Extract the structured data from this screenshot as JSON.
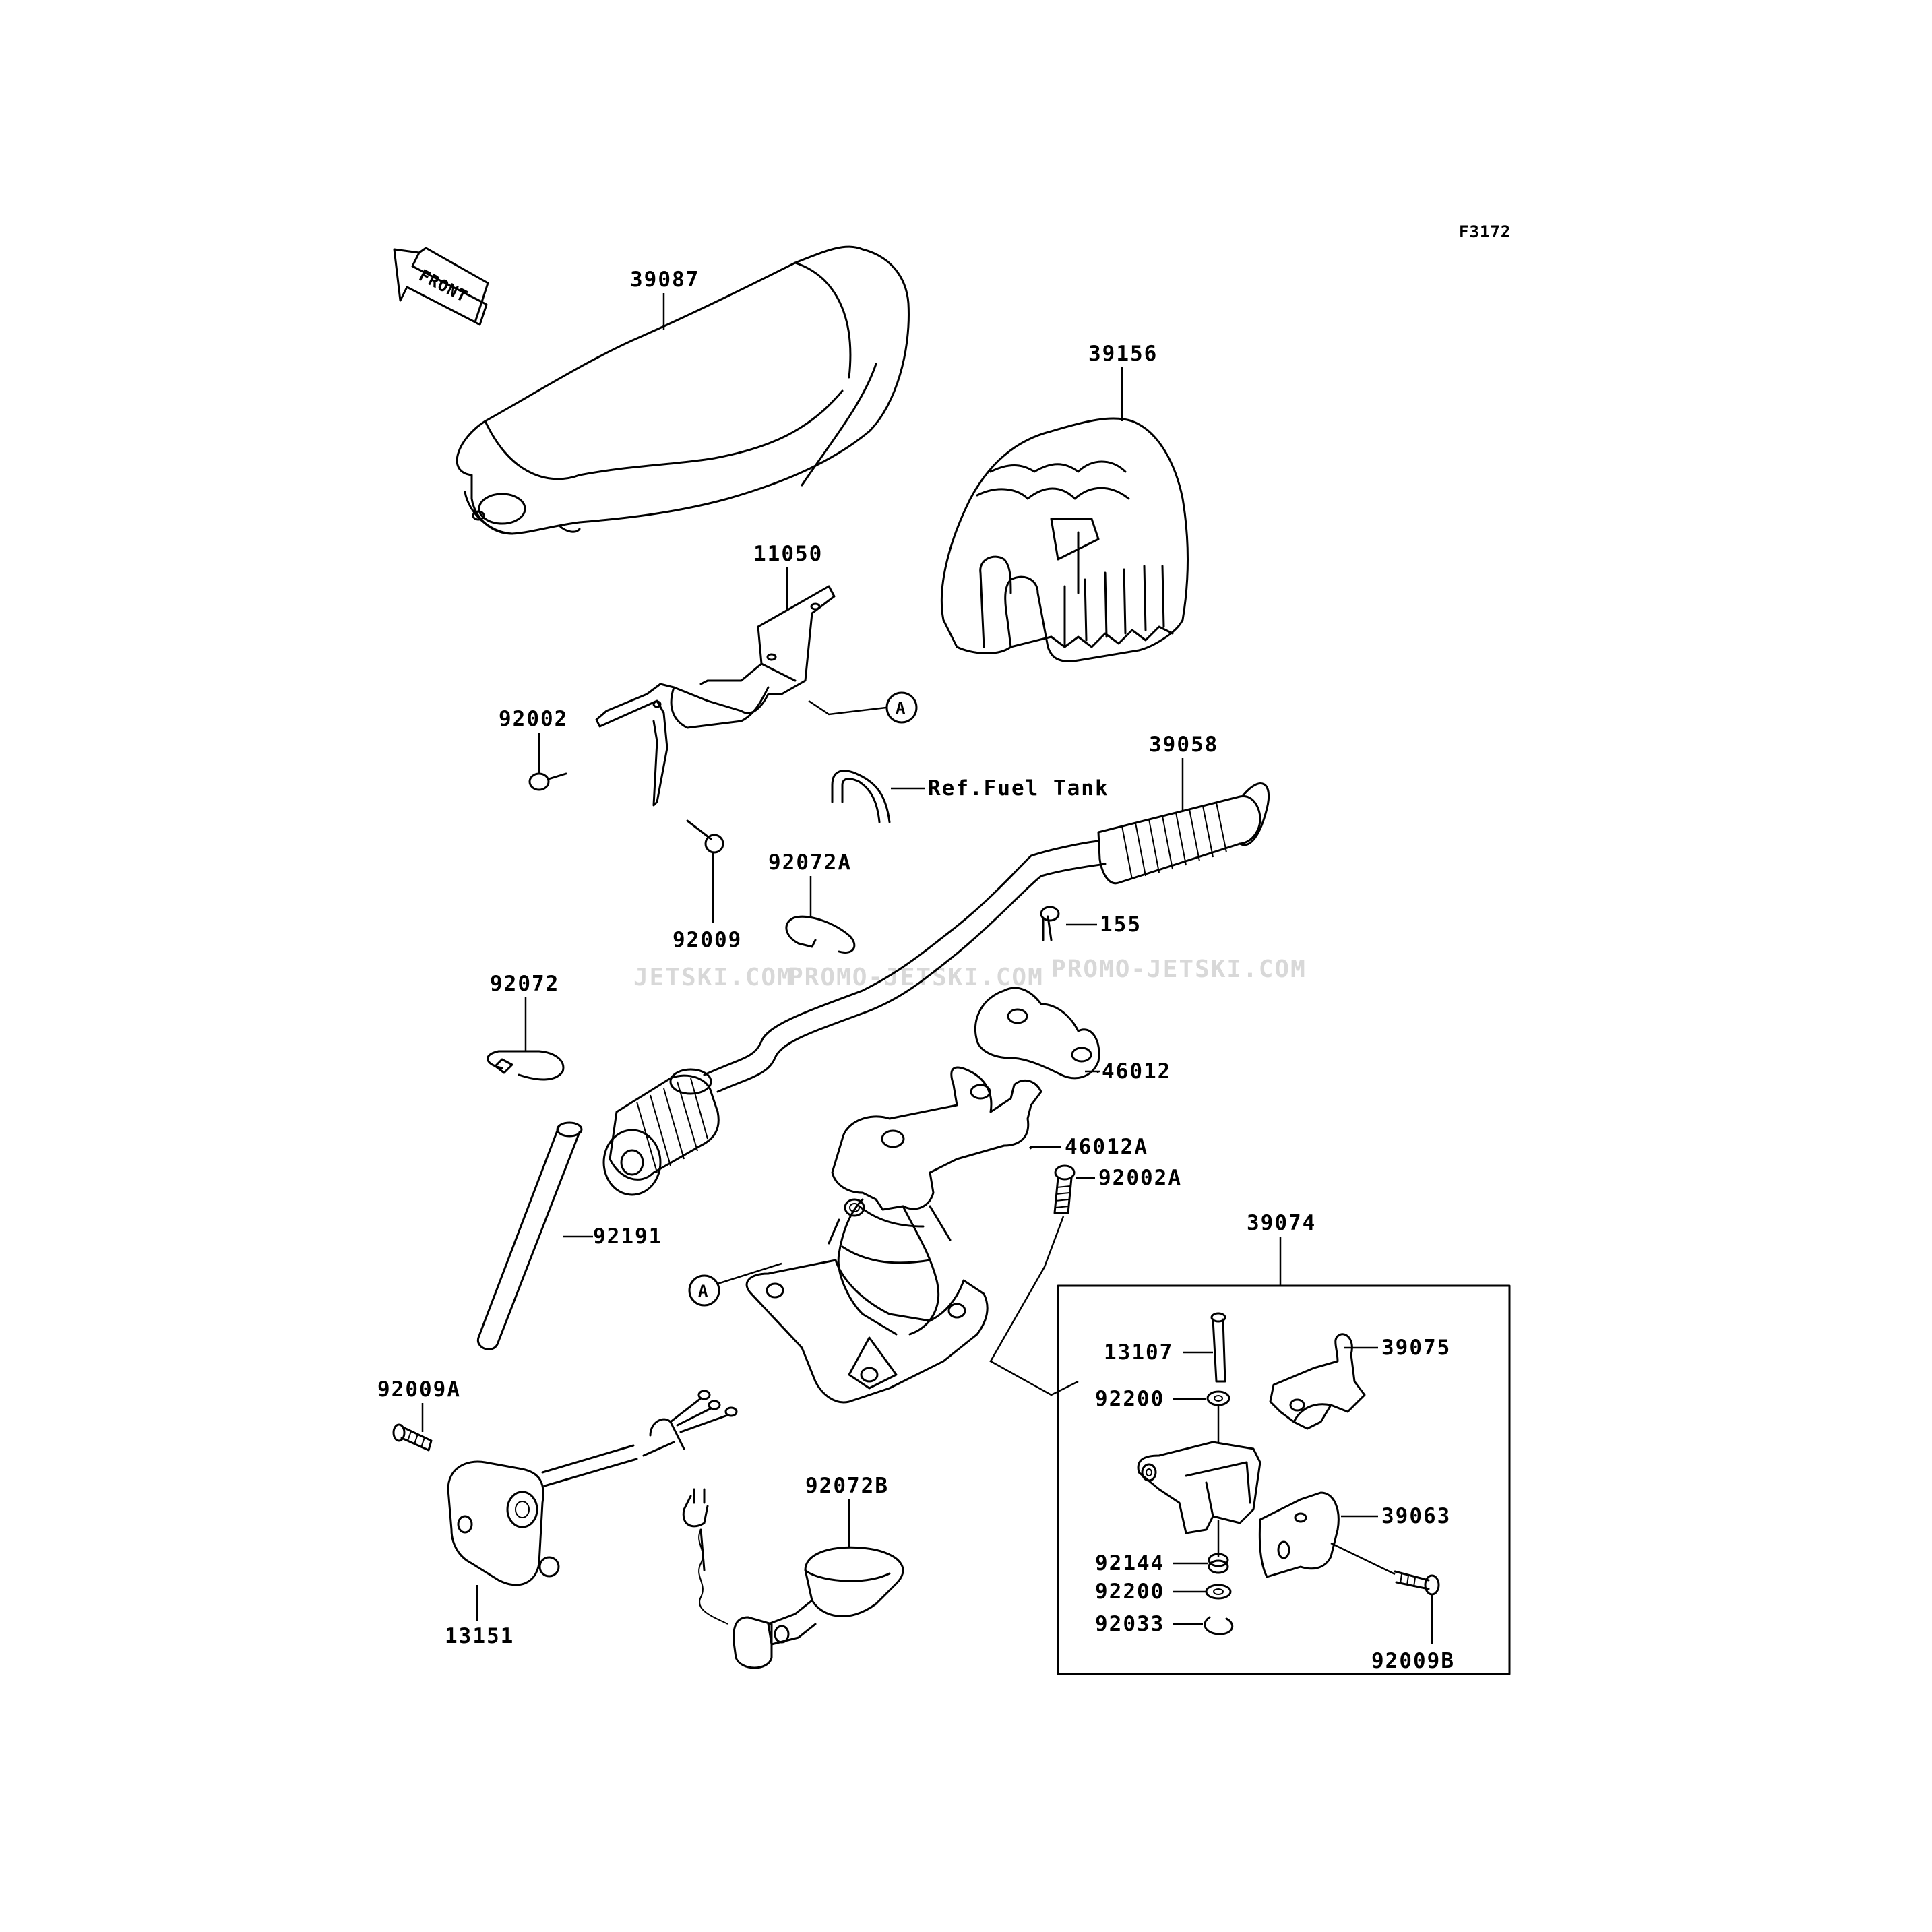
{
  "figure_code": "F3172",
  "front_arrow_text": "FRONT",
  "watermark": {
    "left": "JETSKI.COM",
    "middle": "PROMO-JETSKI.COM",
    "right": "PROMO-JETSKI.COM"
  },
  "reference_marker": "A",
  "kit_box_label": "39074",
  "parts": [
    {
      "id": "39087",
      "label": "39087"
    },
    {
      "id": "39156",
      "label": "39156"
    },
    {
      "id": "11050",
      "label": "11050"
    },
    {
      "id": "92002",
      "label": "92002"
    },
    {
      "id": "ref-fuel-tank",
      "label": "Ref.Fuel Tank"
    },
    {
      "id": "39058",
      "label": "39058"
    },
    {
      "id": "92072A",
      "label": "92072A"
    },
    {
      "id": "92009",
      "label": "92009"
    },
    {
      "id": "155",
      "label": "155"
    },
    {
      "id": "92072",
      "label": "92072"
    },
    {
      "id": "46012",
      "label": "46012"
    },
    {
      "id": "46012A",
      "label": "46012A"
    },
    {
      "id": "92002A",
      "label": "92002A"
    },
    {
      "id": "92191",
      "label": "92191"
    },
    {
      "id": "39074",
      "label": "39074"
    },
    {
      "id": "13107",
      "label": "13107"
    },
    {
      "id": "39075",
      "label": "39075"
    },
    {
      "id": "92200-upper",
      "label": "92200"
    },
    {
      "id": "92009A",
      "label": "92009A"
    },
    {
      "id": "92072B",
      "label": "92072B"
    },
    {
      "id": "39063",
      "label": "39063"
    },
    {
      "id": "92144",
      "label": "92144"
    },
    {
      "id": "92200-lower",
      "label": "92200"
    },
    {
      "id": "92033",
      "label": "92033"
    },
    {
      "id": "13151",
      "label": "13151"
    },
    {
      "id": "92009B",
      "label": "92009B"
    }
  ]
}
